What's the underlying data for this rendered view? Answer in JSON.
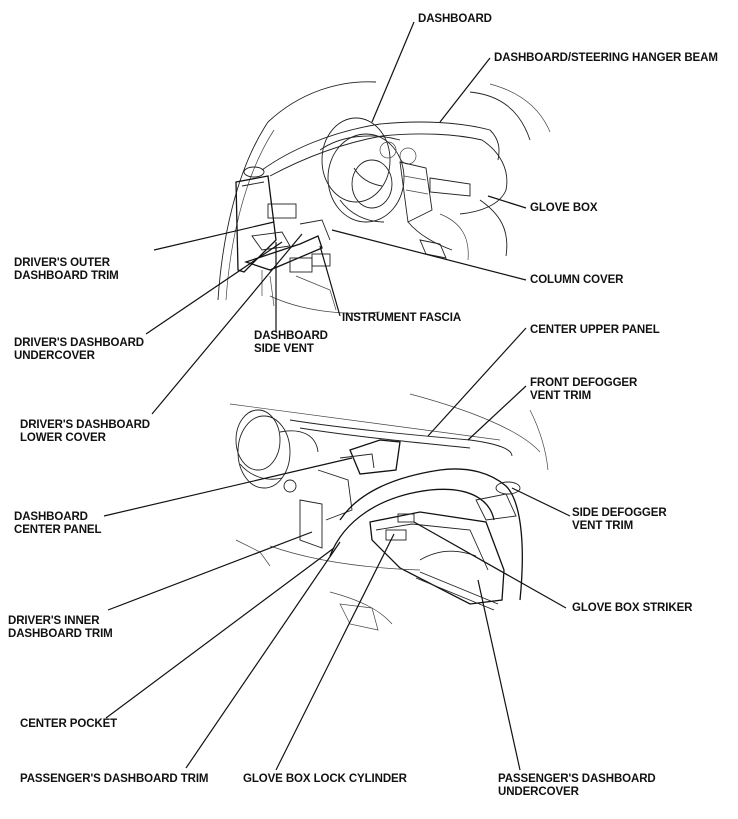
{
  "labels": {
    "dashboard": "DASHBOARD",
    "hanger_beam": "DASHBOARD/STEERING HANGER BEAM",
    "glove_box": "GLOVE BOX",
    "outer_trim": [
      "DRIVER'S OUTER",
      "DASHBOARD TRIM"
    ],
    "column_cover": "COLUMN COVER",
    "instrument_fascia": "INSTRUMENT FASCIA",
    "side_vent": [
      "DASHBOARD",
      "SIDE VENT"
    ],
    "driver_undercover": [
      "DRIVER'S DASHBOARD",
      "UNDERCOVER"
    ],
    "center_upper_panel": "CENTER UPPER PANEL",
    "front_defogger": [
      "FRONT DEFOGGER",
      "VENT TRIM"
    ],
    "lower_cover": [
      "DRIVER'S DASHBOARD",
      "LOWER COVER"
    ],
    "center_panel": [
      "DASHBOARD",
      "CENTER PANEL"
    ],
    "side_defogger": [
      "SIDE DEFOGGER",
      "VENT TRIM"
    ],
    "glove_box_striker": "GLOVE BOX STRIKER",
    "inner_trim": [
      "DRIVER'S INNER",
      "DASHBOARD TRIM"
    ],
    "center_pocket": "CENTER POCKET",
    "passenger_trim": "PASSENGER'S DASHBOARD TRIM",
    "lock_cylinder": "GLOVE BOX LOCK CYLINDER",
    "passenger_undercover": [
      "PASSENGER'S DASHBOARD",
      "UNDERCOVER"
    ]
  }
}
